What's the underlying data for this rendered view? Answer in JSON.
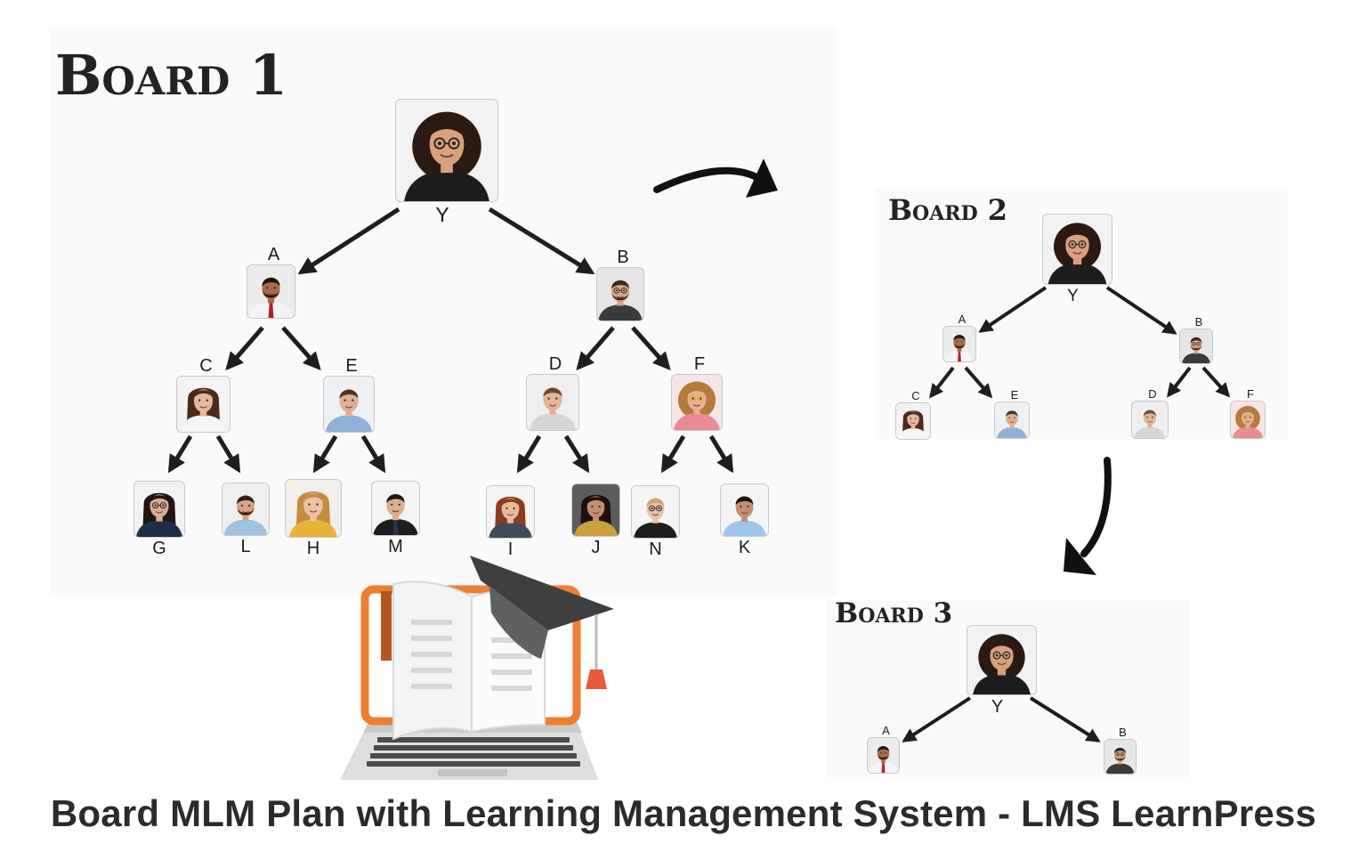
{
  "boards": [
    {
      "id": "board-1",
      "title": "Board 1",
      "nodes": [
        {
          "label": "Y",
          "person": "woman-curly-glasses"
        },
        {
          "label": "A",
          "person": "man-beard-red-tie"
        },
        {
          "label": "B",
          "person": "man-beard-glasses"
        },
        {
          "label": "C",
          "person": "woman-long-brown-hair"
        },
        {
          "label": "E",
          "person": "man-smiling-blue-shirt"
        },
        {
          "label": "D",
          "person": "man-short-hair"
        },
        {
          "label": "F",
          "person": "woman-curly-yellow-glasses"
        },
        {
          "label": "G",
          "person": "woman-glasses-dark-hair"
        },
        {
          "label": "L",
          "person": "man-beard-blue-shirt"
        },
        {
          "label": "H",
          "person": "woman-blonde-smiling"
        },
        {
          "label": "M",
          "person": "man-suit"
        },
        {
          "label": "I",
          "person": "woman-auburn-hair"
        },
        {
          "label": "J",
          "person": "woman-dark-hair"
        },
        {
          "label": "N",
          "person": "woman-blonde-glasses"
        },
        {
          "label": "K",
          "person": "man-blue-shirt"
        }
      ],
      "edges": [
        [
          "Y",
          "A"
        ],
        [
          "Y",
          "B"
        ],
        [
          "A",
          "C"
        ],
        [
          "A",
          "E"
        ],
        [
          "B",
          "D"
        ],
        [
          "B",
          "F"
        ],
        [
          "C",
          "G"
        ],
        [
          "C",
          "L"
        ],
        [
          "E",
          "H"
        ],
        [
          "E",
          "M"
        ],
        [
          "D",
          "I"
        ],
        [
          "D",
          "J"
        ],
        [
          "F",
          "N"
        ],
        [
          "F",
          "K"
        ]
      ]
    },
    {
      "id": "board-2",
      "title": "Board 2",
      "nodes": [
        {
          "label": "Y",
          "person": "woman-curly-glasses"
        },
        {
          "label": "A",
          "person": "man-beard-red-tie"
        },
        {
          "label": "B",
          "person": "man-beard-glasses"
        },
        {
          "label": "C",
          "person": "woman-long-brown-hair"
        },
        {
          "label": "E",
          "person": "man-smiling-blue-shirt"
        },
        {
          "label": "D",
          "person": "man-short-hair"
        },
        {
          "label": "F",
          "person": "woman-curly-yellow-glasses"
        }
      ],
      "edges": [
        [
          "Y",
          "A"
        ],
        [
          "Y",
          "B"
        ],
        [
          "A",
          "C"
        ],
        [
          "A",
          "E"
        ],
        [
          "B",
          "D"
        ],
        [
          "B",
          "F"
        ]
      ]
    },
    {
      "id": "board-3",
      "title": "Board 3",
      "nodes": [
        {
          "label": "Y",
          "person": "woman-curly-glasses"
        },
        {
          "label": "A",
          "person": "man-beard-red-tie"
        },
        {
          "label": "B",
          "person": "man-beard-glasses"
        }
      ],
      "edges": [
        [
          "Y",
          "A"
        ],
        [
          "Y",
          "B"
        ]
      ]
    }
  ],
  "transitions": [
    {
      "from": "board-1",
      "to": "board-2",
      "icon": "curved-arrow-right-icon"
    },
    {
      "from": "board-2",
      "to": "board-3",
      "icon": "curved-arrow-down-icon"
    }
  ],
  "illustration": {
    "icon": "laptop-book-graduation-cap-icon"
  },
  "footer": {
    "text": "Board MLM Plan with Learning Management System - LMS LearnPress"
  },
  "colors": {
    "text": "#232323",
    "arrow": "#1e1e1e",
    "laptop_frame": "#ef7d32",
    "cap": "#4a4a4a",
    "tassel": "#e85a3a"
  }
}
